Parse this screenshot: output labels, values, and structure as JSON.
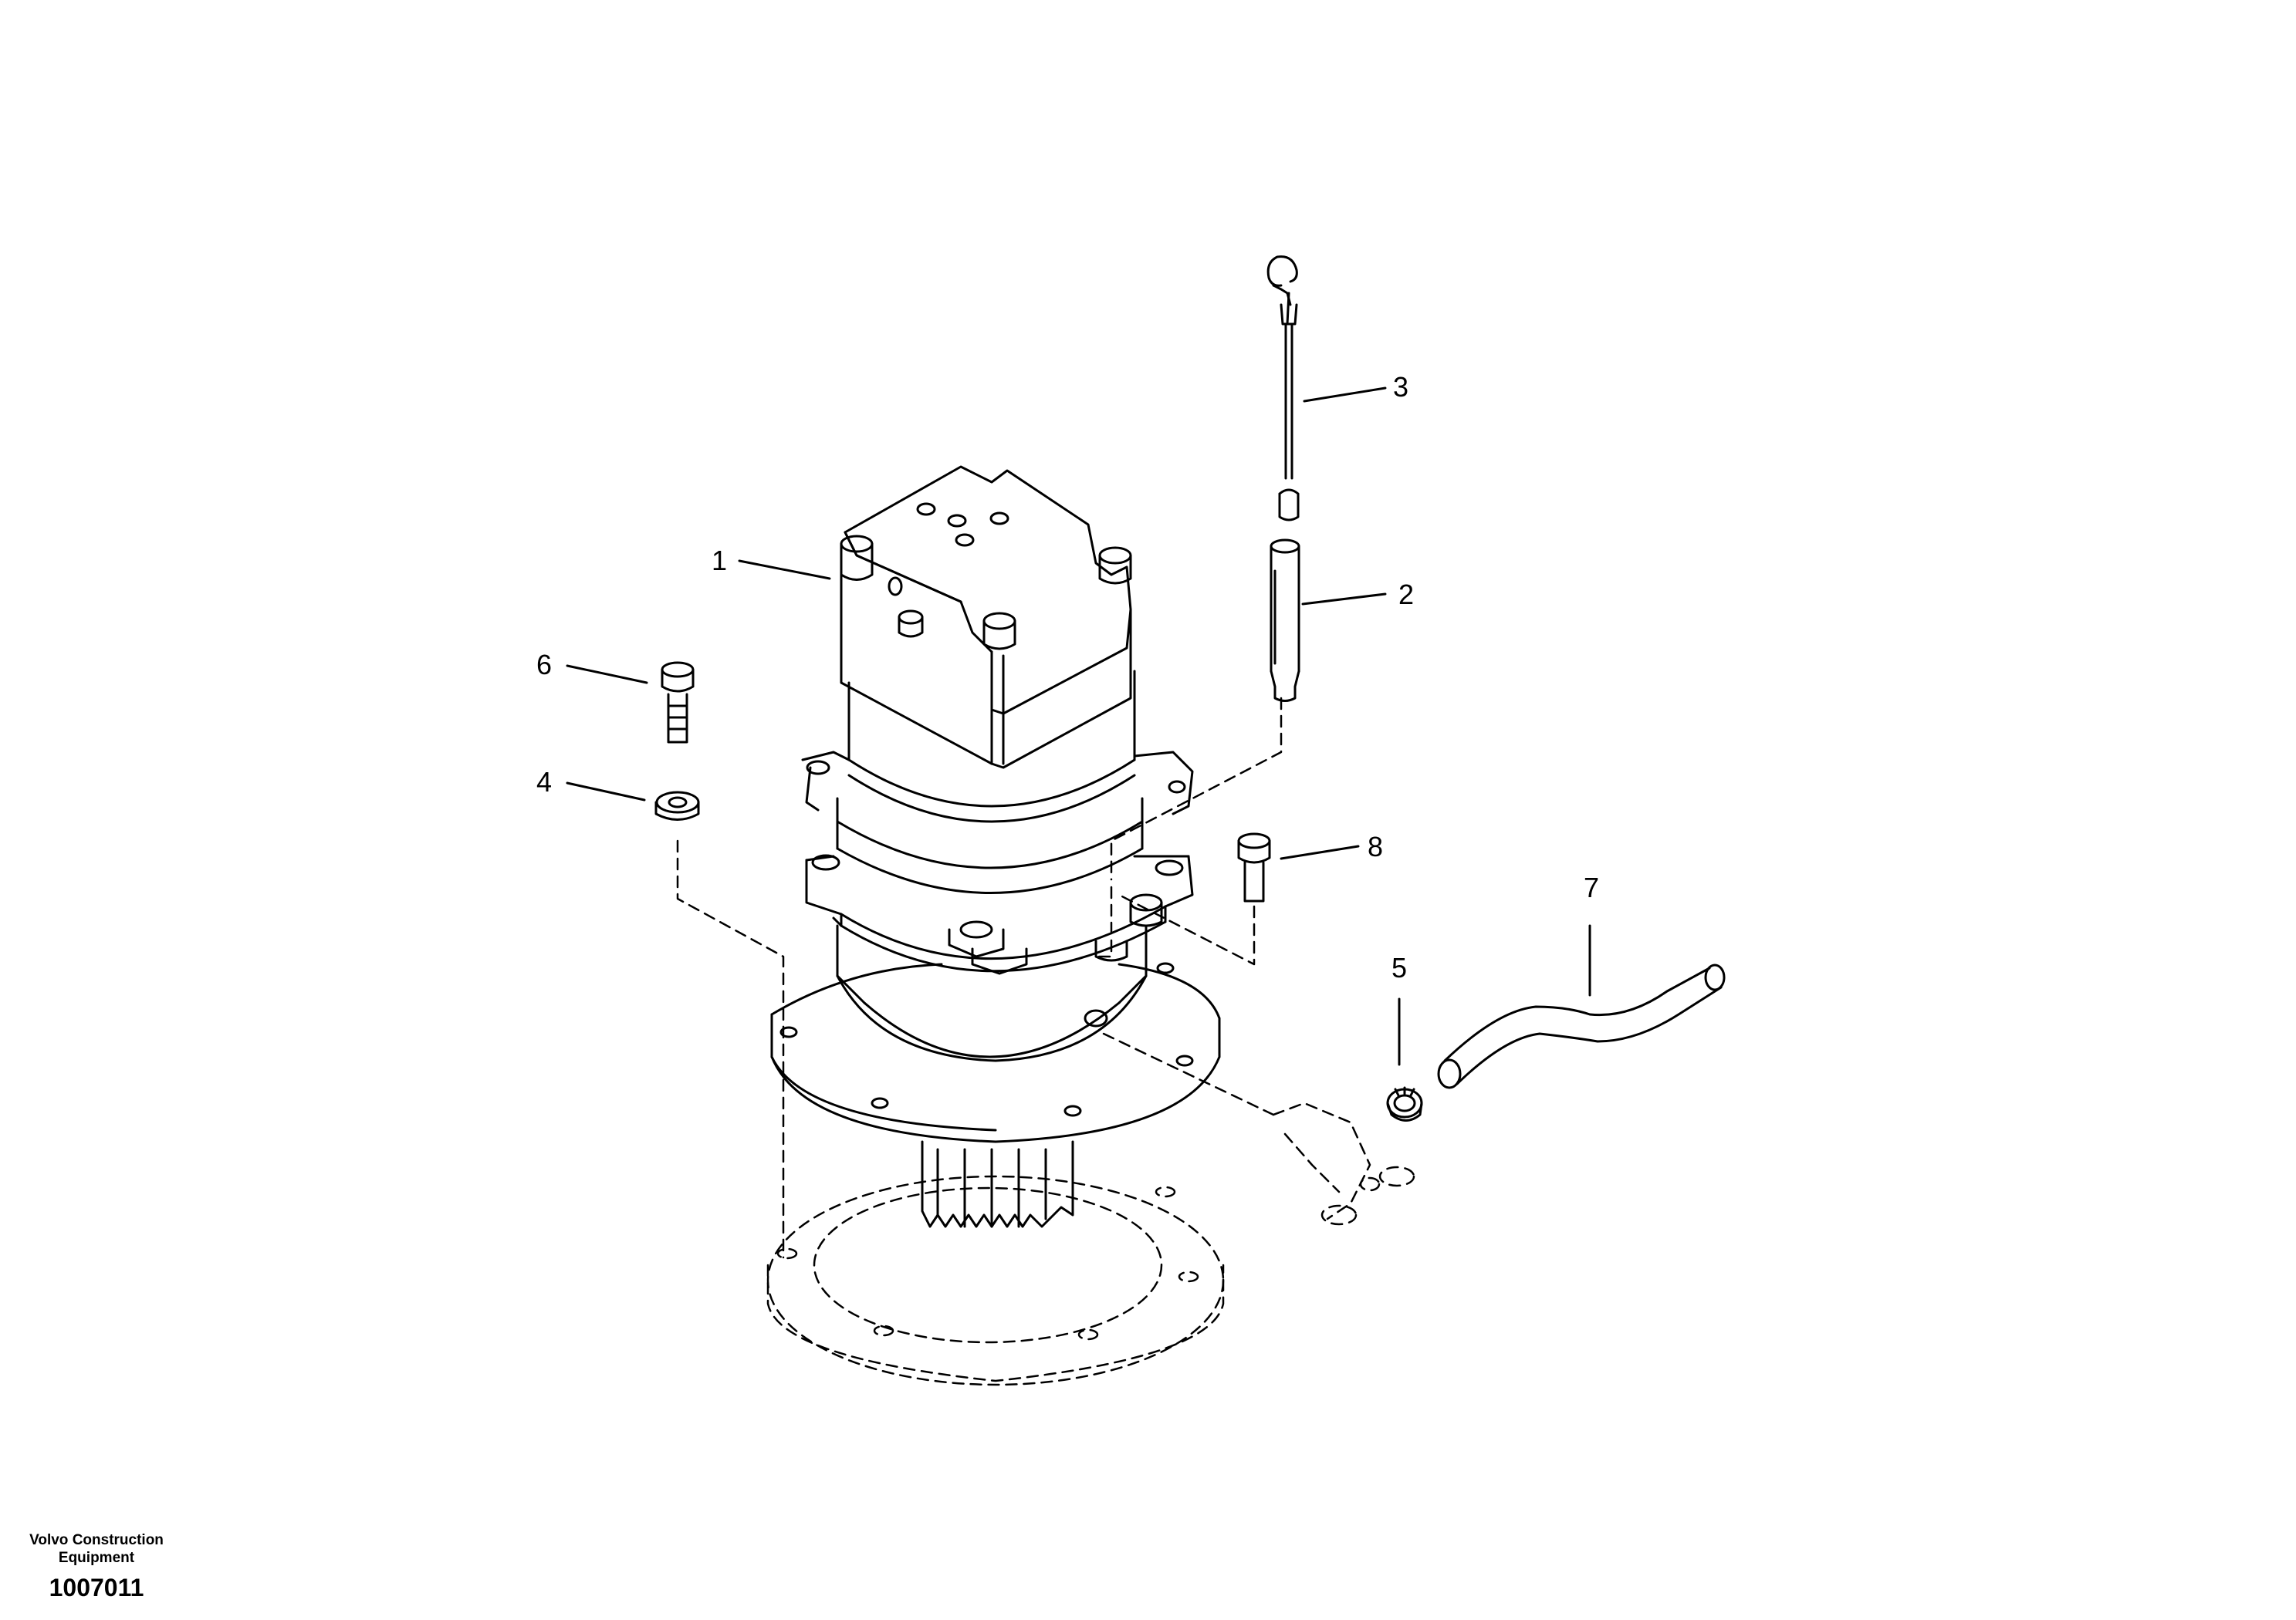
{
  "diagram": {
    "callouts": [
      {
        "id": "1",
        "label": "1"
      },
      {
        "id": "2",
        "label": "2"
      },
      {
        "id": "3",
        "label": "3"
      },
      {
        "id": "4",
        "label": "4"
      },
      {
        "id": "5",
        "label": "5"
      },
      {
        "id": "6",
        "label": "6"
      },
      {
        "id": "7",
        "label": "7"
      },
      {
        "id": "8",
        "label": "8"
      }
    ]
  },
  "footer": {
    "brand_line1": "Volvo Construction",
    "brand_line2": "Equipment",
    "document_number": "1007011"
  }
}
